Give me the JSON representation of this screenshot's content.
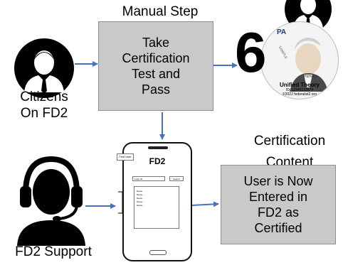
{
  "labels": {
    "manual_step": "Manual Step",
    "citizens_line1": "Citizens",
    "citizens_line2": "On FD2",
    "certification_line1": "Certification",
    "certification_line2": "Content",
    "support": "FD2 Support"
  },
  "step_box": {
    "lines": [
      "Take",
      "Certification",
      "Test and",
      "Pass"
    ]
  },
  "result_box": {
    "lines": [
      "User is Now",
      "Entered in",
      "FD2 as",
      "Certified"
    ]
  },
  "badge": {
    "number": "6",
    "title_fragment": "PA",
    "sample": "SAMPLE",
    "portrait_caption": "Hamilton",
    "brand": "Unified Theory",
    "id_line": "ID: 12345122874",
    "copyright": "©2022 federalist2.org"
  },
  "phone": {
    "find_user": "Find User",
    "title": "FD2",
    "login_label": "Login ID",
    "search_button": "Search",
    "list_rows": [
      "Name ...",
      "Name ...",
      "Name ...",
      "Name ...",
      "Name ..."
    ]
  },
  "colors": {
    "arrow": "#4472c4",
    "box_fill": "#c9c9c9",
    "icon": "#000000"
  }
}
